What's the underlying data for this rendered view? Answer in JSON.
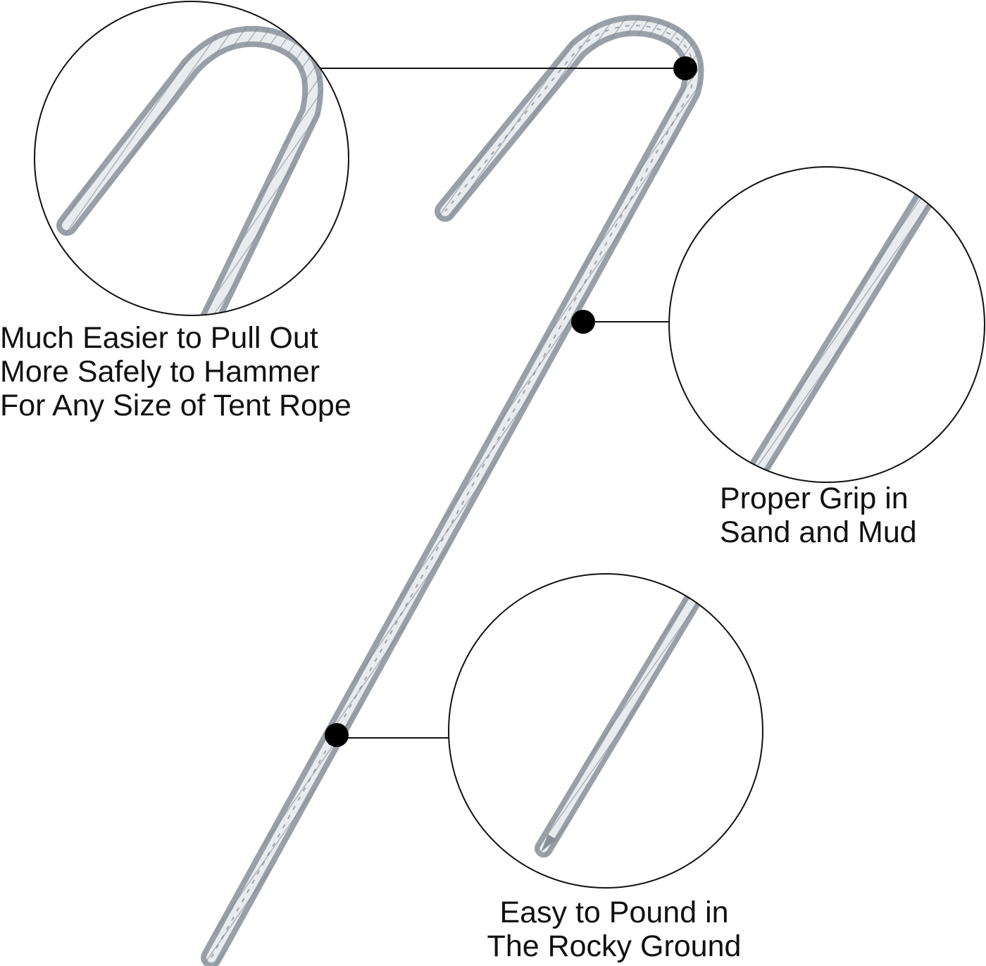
{
  "colors": {
    "background": "#ffffff",
    "steel_light": "#eef0f2",
    "steel_mid": "#b9bec4",
    "steel_dark": "#7d848c",
    "outline": "#111111",
    "callout_dot": "#000000"
  },
  "callouts": {
    "hook": {
      "lines": [
        "Much Easier to Pull Out",
        "More Safely to Hammer",
        "For Any Size of Tent Rope"
      ]
    },
    "grip": {
      "lines": [
        "Proper Grip in",
        "Sand and Mud"
      ]
    },
    "tip": {
      "lines": [
        "Easy to Pound in",
        "The Rocky Ground"
      ]
    }
  }
}
